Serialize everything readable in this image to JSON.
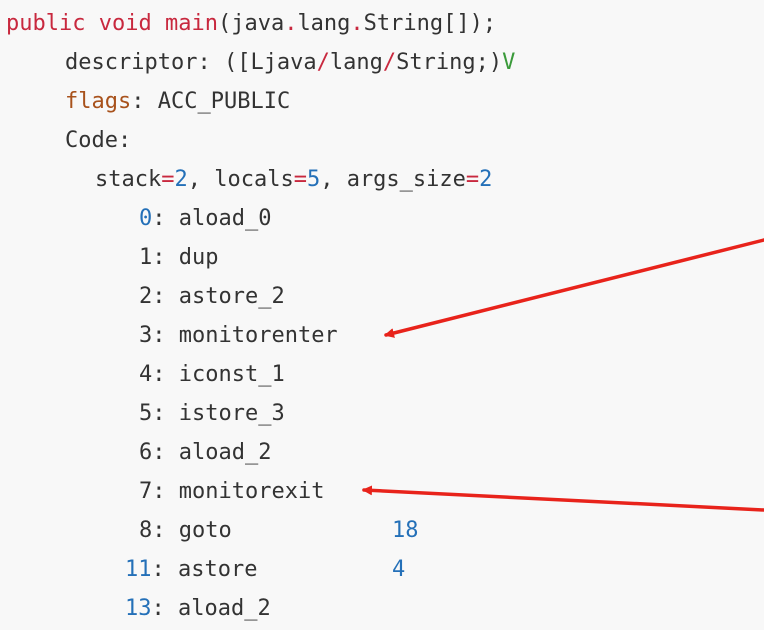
{
  "method": {
    "kw_public": "public",
    "kw_void": "void",
    "name": "main",
    "open_paren": "(",
    "param_a": "java",
    "dot1": ".",
    "param_b": "lang",
    "dot2": ".",
    "param_c": "String[]",
    "close": ");"
  },
  "descriptor": {
    "label": "descriptor: ",
    "val_a": "([Ljava",
    "slash1": "/",
    "val_b": "lang",
    "slash2": "/",
    "val_c": "String;)",
    "ret": "V"
  },
  "flags": {
    "label": "flags",
    "colon": ": ",
    "value": "ACC_PUBLIC"
  },
  "code_label": "Code:",
  "stack": {
    "stack_label": "stack",
    "eq1": "=",
    "stack_val": "2",
    "sep1": ", locals",
    "eq2": "=",
    "locals_val": "5",
    "sep2": ", args_size",
    "eq3": "=",
    "args_val": "2"
  },
  "instructions": [
    {
      "offset": "0",
      "text": ": aload_0",
      "operand": ""
    },
    {
      "offset": "1",
      "text": ": dup",
      "operand": ""
    },
    {
      "offset": "2",
      "text": ": astore_2",
      "operand": ""
    },
    {
      "offset": "3",
      "text": ": monitorenter",
      "operand": ""
    },
    {
      "offset": "4",
      "text": ": iconst_1",
      "operand": ""
    },
    {
      "offset": "5",
      "text": ": istore_3",
      "operand": ""
    },
    {
      "offset": "6",
      "text": ": aload_2",
      "operand": ""
    },
    {
      "offset": "7",
      "text": ": monitorexit",
      "operand": ""
    },
    {
      "offset": "8",
      "text": ": goto",
      "operand": "18"
    },
    {
      "offset": "11",
      "text": ": astore",
      "operand": "4"
    },
    {
      "offset": "13",
      "text": ": aload_2",
      "operand": ""
    }
  ],
  "colors": {
    "background": "#f8f8f8",
    "keyword": "#c8283e",
    "number": "#2470b8",
    "flags": "#a8521c",
    "return_type": "#3a9a3a",
    "arrow": "#e8231b"
  }
}
